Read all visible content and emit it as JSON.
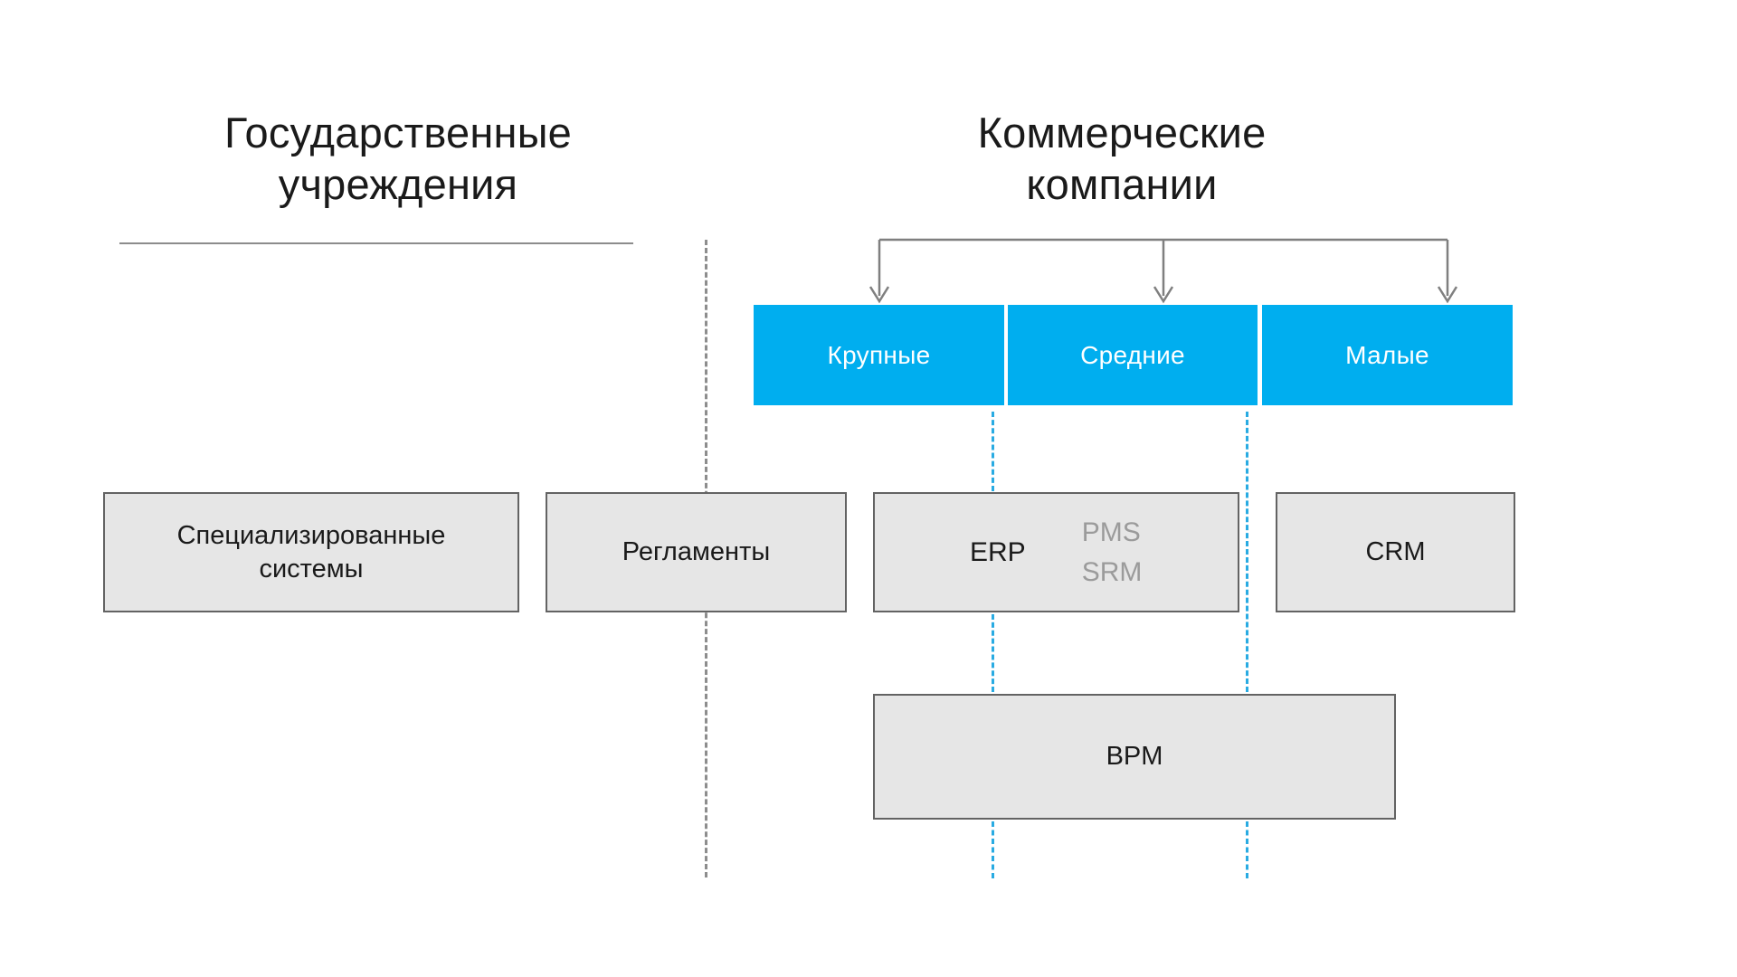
{
  "headings": {
    "government": "Государственные\nучреждения",
    "commercial": "Коммерческие\nкомпании"
  },
  "company_sizes": [
    {
      "label": "Крупные"
    },
    {
      "label": "Средние"
    },
    {
      "label": "Малые"
    }
  ],
  "systems": {
    "specialized": "Специализированные\nсистемы",
    "regulations": "Регламенты",
    "erp_primary": "ERP",
    "erp_secondary": [
      "PMS",
      "SRM"
    ],
    "crm": "CRM",
    "bpm": "BPM"
  },
  "colors": {
    "accent_blue": "#00AEEF",
    "box_fill": "#E6E6E6",
    "box_border": "#636363",
    "divider_gray": "#8D8D8D",
    "divider_cyan": "#29ABE2",
    "secondary_text": "#9B9B9B"
  }
}
